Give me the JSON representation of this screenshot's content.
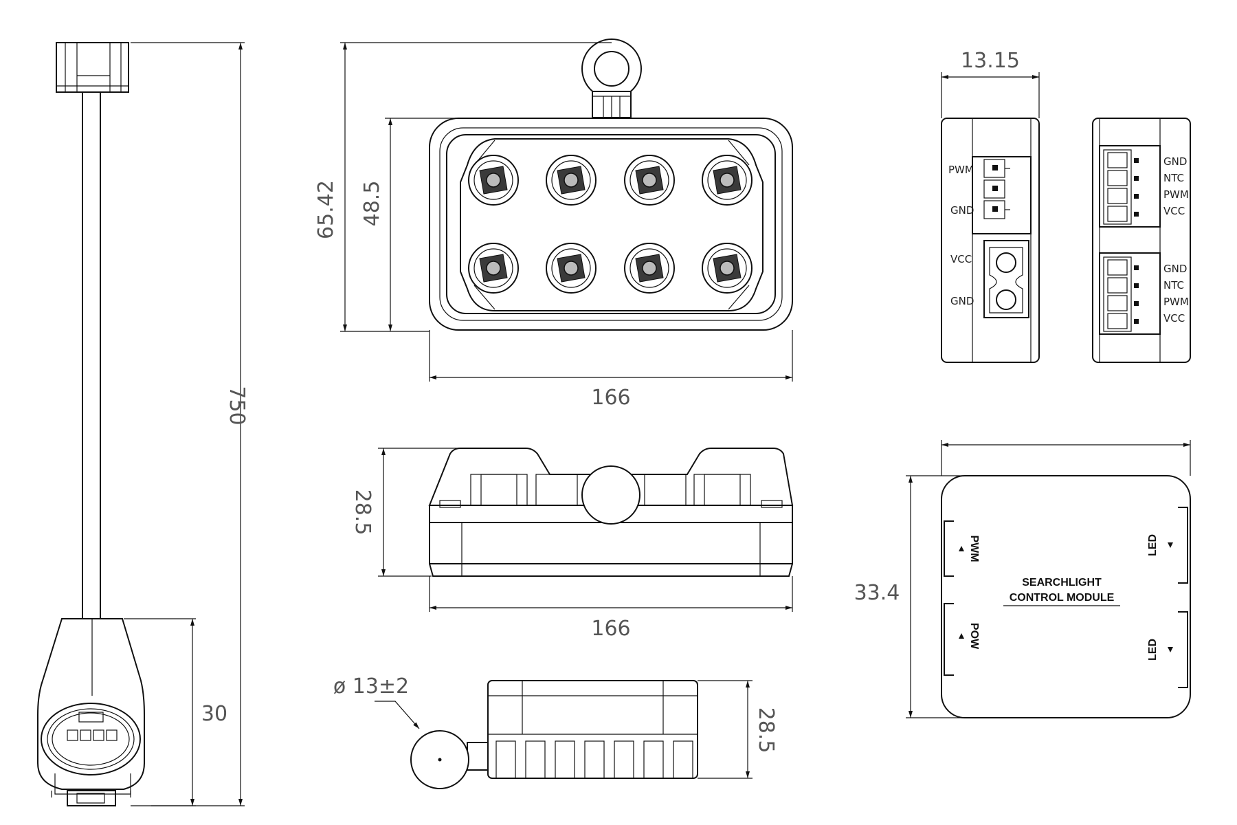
{
  "dimensions": {
    "cable_length": "750",
    "connector_length": "30",
    "lamp_height_total": "65.42",
    "lamp_height_body": "48.5",
    "lamp_width_top": "166",
    "lamp_width_side": "166",
    "lamp_depth_side": "28.5",
    "lamp_depth_bottom": "28.5",
    "cable_diameter": "ø 13±2",
    "module_thickness": "13.15",
    "module_height": "33.4"
  },
  "module_left_pins": {
    "pwm": "PWM",
    "gnd": "GND",
    "vcc": "VCC",
    "gnd2": "GND"
  },
  "module_right_pins_top": [
    "GND",
    "NTC",
    "PWM",
    "VCC"
  ],
  "module_right_pins_bottom": [
    "GND",
    "NTC",
    "PWM",
    "VCC"
  ],
  "module_labels": {
    "title_line1": "SEARCHLIGHT",
    "title_line2": "CONTROL MODULE",
    "port_pwm": "PWM",
    "port_pow": "POW",
    "port_led_top": "LED",
    "port_led_bottom": "LED"
  }
}
